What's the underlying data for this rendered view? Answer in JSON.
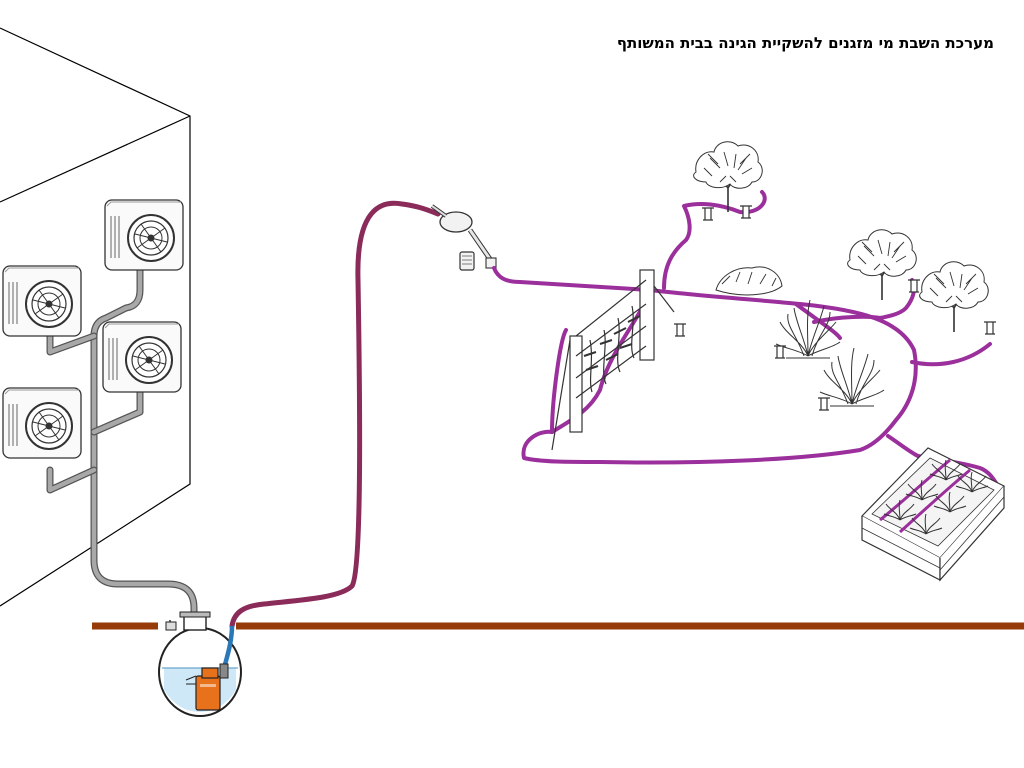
{
  "title": "מערכת השבת מי מזגנים להשקיית הגינה בבית המשותף",
  "colors": {
    "irrigation_pipe": "#9b2f9c",
    "main_pipe": "#8a2b5a",
    "drain_pipe": "#9a9a9a",
    "ground_line": "#973a0a",
    "pump": "#e8721c",
    "water": "#cfe8f7",
    "inlet_hose": "#2a78b8"
  },
  "components": {
    "ac_units": [
      "ac-unit",
      "ac-unit",
      "ac-unit",
      "ac-unit"
    ],
    "icons": [
      "building-icon",
      "air-conditioner-icon",
      "collection-tank-icon",
      "submersible-pump-icon",
      "filter-icon",
      "shrub-icon",
      "tree-icon",
      "vine-trellis-icon",
      "planter-box-icon",
      "dripper-icon"
    ]
  }
}
